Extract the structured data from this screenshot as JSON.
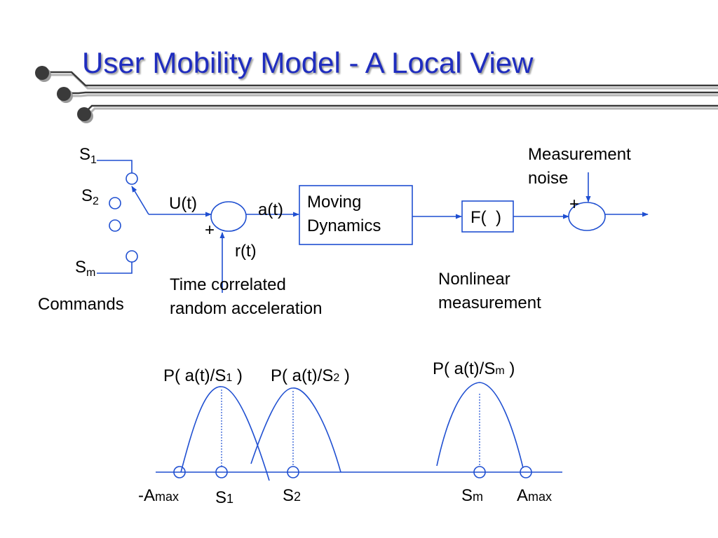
{
  "title": "User Mobility Model - A Local View",
  "diagram": {
    "commands": {
      "s1": {
        "main": "S",
        "sub": "1"
      },
      "s2": {
        "main": "S",
        "sub": "2"
      },
      "sm": {
        "main": "S",
        "sub": "m"
      },
      "label": "Commands"
    },
    "u_label": "U(t)",
    "plus_left": "+",
    "a_label": "a(t)",
    "r_label": "r(t)",
    "moving_block": {
      "line1": "Moving",
      "line2": "Dynamics"
    },
    "f_block": "F(  )",
    "measurement_noise": {
      "line1": "Measurement",
      "line2": "noise"
    },
    "plus_right": "+",
    "time_correlated": {
      "line1": "Time correlated",
      "line2": "random acceleration"
    },
    "nonlinear": {
      "line1": "Nonlinear",
      "line2": "measurement"
    }
  },
  "distribution": {
    "p1": {
      "pre": "P( a(t)/S",
      "sub": "1",
      "post": " )"
    },
    "p2": {
      "pre": "P( a(t)/S",
      "sub": "2",
      "post": " )"
    },
    "pm": {
      "pre": "P( a(t)/S",
      "sub": "m",
      "post": " )"
    },
    "neg_amax": {
      "pre": "-A",
      "sub": "max"
    },
    "s1": {
      "main": "S",
      "sub": "1"
    },
    "s2": {
      "main": "S",
      "sub": "2"
    },
    "sm": {
      "main": "S",
      "sub": "m"
    },
    "amax": {
      "main": "A",
      "sub": "max"
    }
  },
  "colors": {
    "title": "#1f2dbf",
    "lines": "#1f4fd1",
    "rails": "#3a3a3a",
    "text": "#000000"
  }
}
